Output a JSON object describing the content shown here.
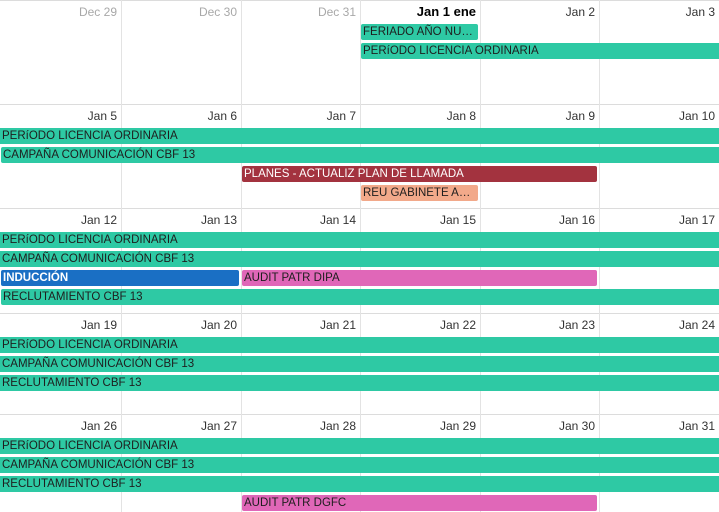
{
  "colors": {
    "teal": "#2ec9a4",
    "blue": "#1a6fc4",
    "red": "#a3333f",
    "pink": "#e067b8",
    "salmon": "#f2a98a"
  },
  "weeks": [
    {
      "days": [
        {
          "label": "Dec 29",
          "muted": true
        },
        {
          "label": "Dec 30",
          "muted": true
        },
        {
          "label": "Dec 31",
          "muted": true
        },
        {
          "label": "Jan 1 ene",
          "today": true
        },
        {
          "label": "Jan 2"
        },
        {
          "label": "Jan 3"
        }
      ],
      "events": [
        {
          "title": "FERIADO AÑO NUE...",
          "start": 3,
          "end": 3,
          "lane": 0,
          "color": "teal",
          "text": "dark"
        },
        {
          "title": "PERíODO LICENCIA ORDINARIA",
          "start": 3,
          "end": 5,
          "lane": 1,
          "color": "teal",
          "text": "dark",
          "contRight": true
        }
      ]
    },
    {
      "days": [
        {
          "label": "Jan 5"
        },
        {
          "label": "Jan 6"
        },
        {
          "label": "Jan 7"
        },
        {
          "label": "Jan 8"
        },
        {
          "label": "Jan 9"
        },
        {
          "label": "Jan 10"
        }
      ],
      "events": [
        {
          "title": "PERíODO LICENCIA ORDINARIA",
          "start": 0,
          "end": 5,
          "lane": 0,
          "color": "teal",
          "text": "dark",
          "contLeft": true,
          "contRight": true
        },
        {
          "title": "CAMPAÑA COMUNICACIÓN CBF 13",
          "start": 0,
          "end": 5,
          "lane": 1,
          "color": "teal",
          "text": "dark",
          "contRight": true
        },
        {
          "title": "PLANES - ACTUALIZ PLAN DE LLAMADA",
          "start": 2,
          "end": 4,
          "lane": 2,
          "color": "red",
          "text": "light"
        },
        {
          "title": "REU GABINETE AMP...",
          "start": 3,
          "end": 3,
          "lane": 3,
          "color": "salmon",
          "text": "dark"
        }
      ]
    },
    {
      "days": [
        {
          "label": "Jan 12"
        },
        {
          "label": "Jan 13"
        },
        {
          "label": "Jan 14"
        },
        {
          "label": "Jan 15"
        },
        {
          "label": "Jan 16"
        },
        {
          "label": "Jan 17"
        }
      ],
      "events": [
        {
          "title": "PERíODO LICENCIA ORDINARIA",
          "start": 0,
          "end": 5,
          "lane": 0,
          "color": "teal",
          "text": "dark",
          "contLeft": true,
          "contRight": true
        },
        {
          "title": "CAMPAÑA COMUNICACIÓN CBF 13",
          "start": 0,
          "end": 5,
          "lane": 1,
          "color": "teal",
          "text": "dark",
          "contLeft": true,
          "contRight": true
        },
        {
          "title": "INDUCCIÓN",
          "start": 0,
          "end": 1,
          "lane": 2,
          "color": "blue",
          "text": "light",
          "bold": true
        },
        {
          "title": "AUDIT PATR DIPA",
          "start": 2,
          "end": 4,
          "lane": 2,
          "color": "pink",
          "text": "dark"
        },
        {
          "title": "RECLUTAMIENTO CBF 13",
          "start": 0,
          "end": 5,
          "lane": 3,
          "color": "teal",
          "text": "dark",
          "contRight": true
        }
      ]
    },
    {
      "days": [
        {
          "label": "Jan 19"
        },
        {
          "label": "Jan 20"
        },
        {
          "label": "Jan 21"
        },
        {
          "label": "Jan 22"
        },
        {
          "label": "Jan 23"
        },
        {
          "label": "Jan 24"
        }
      ],
      "events": [
        {
          "title": "PERíODO LICENCIA ORDINARIA",
          "start": 0,
          "end": 5,
          "lane": 0,
          "color": "teal",
          "text": "dark",
          "contLeft": true,
          "contRight": true
        },
        {
          "title": "CAMPAÑA COMUNICACIÓN CBF 13",
          "start": 0,
          "end": 5,
          "lane": 1,
          "color": "teal",
          "text": "dark",
          "contLeft": true,
          "contRight": true
        },
        {
          "title": "RECLUTAMIENTO CBF 13",
          "start": 0,
          "end": 5,
          "lane": 2,
          "color": "teal",
          "text": "dark",
          "contLeft": true,
          "contRight": true
        }
      ]
    },
    {
      "days": [
        {
          "label": "Jan 26"
        },
        {
          "label": "Jan 27"
        },
        {
          "label": "Jan 28"
        },
        {
          "label": "Jan 29"
        },
        {
          "label": "Jan 30"
        },
        {
          "label": "Jan 31"
        }
      ],
      "events": [
        {
          "title": "PERíODO LICENCIA ORDINARIA",
          "start": 0,
          "end": 5,
          "lane": 0,
          "color": "teal",
          "text": "dark",
          "contLeft": true,
          "contRight": true
        },
        {
          "title": "CAMPAÑA COMUNICACIÓN CBF 13",
          "start": 0,
          "end": 5,
          "lane": 1,
          "color": "teal",
          "text": "dark",
          "contLeft": true,
          "contRight": true
        },
        {
          "title": "RECLUTAMIENTO CBF 13",
          "start": 0,
          "end": 5,
          "lane": 2,
          "color": "teal",
          "text": "dark",
          "contLeft": true,
          "contRight": true
        },
        {
          "title": "AUDIT PATR DGFC",
          "start": 2,
          "end": 4,
          "lane": 3,
          "color": "pink",
          "text": "dark"
        }
      ]
    }
  ]
}
